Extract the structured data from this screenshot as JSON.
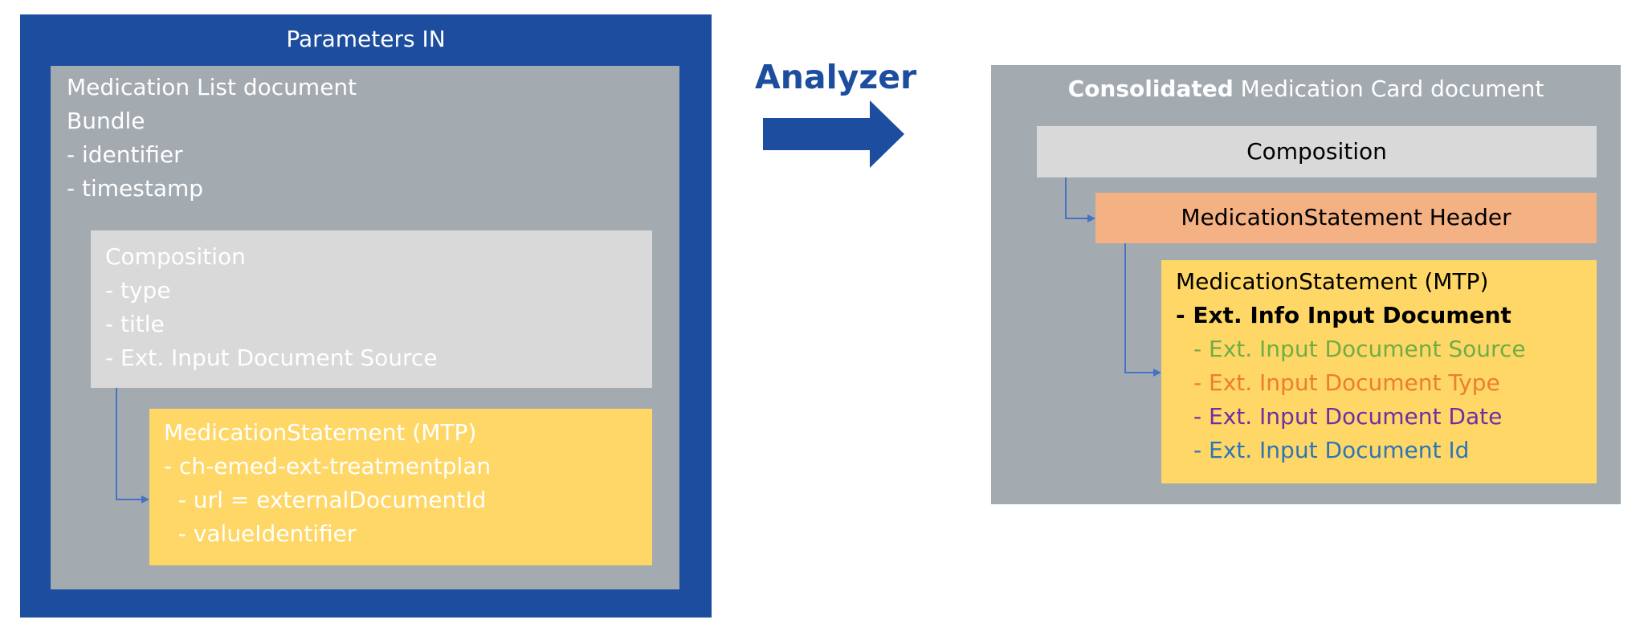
{
  "parameters_in": {
    "title": "Parameters IN",
    "medication_list": {
      "title": "Medication List document",
      "bundle_lines": [
        "Bundle",
        "- identifier",
        "- timestamp"
      ],
      "composition": {
        "title": "Composition",
        "lines": [
          "- type",
          "- title",
          "- Ext. Input Document Source"
        ]
      },
      "medication_statement": {
        "title": "MedicationStatement (MTP)",
        "lines": [
          "- ch-emed-ext-treatmentplan",
          "  - url = externalDocumentId",
          "  - valueIdentifier"
        ]
      }
    }
  },
  "analyzer": {
    "label": "Analyzer"
  },
  "consolidated": {
    "title_bold": "Consolidated",
    "title_rest": " Medication Card document",
    "composition": "Composition",
    "header": "MedicationStatement Header",
    "medication_statement": {
      "title": "MedicationStatement (MTP)",
      "ext_info": "- Ext. Info Input Document",
      "lines": [
        "- Ext. Input Document Source",
        "- Ext. Input Document Type",
        "- Ext. Input Document Date",
        "- Ext. Input Document Id"
      ]
    }
  },
  "colors": {
    "navy": "#1c4d9e",
    "gray_panel": "#a4abb0",
    "light_gray": "#d9d9d9",
    "yellow": "#fed766",
    "peach": "#f4b183",
    "purple": "#7030a0",
    "orange": "#ed7d31",
    "green": "#70ad47",
    "blue": "#2e75b6",
    "connector": "#4472c4"
  }
}
